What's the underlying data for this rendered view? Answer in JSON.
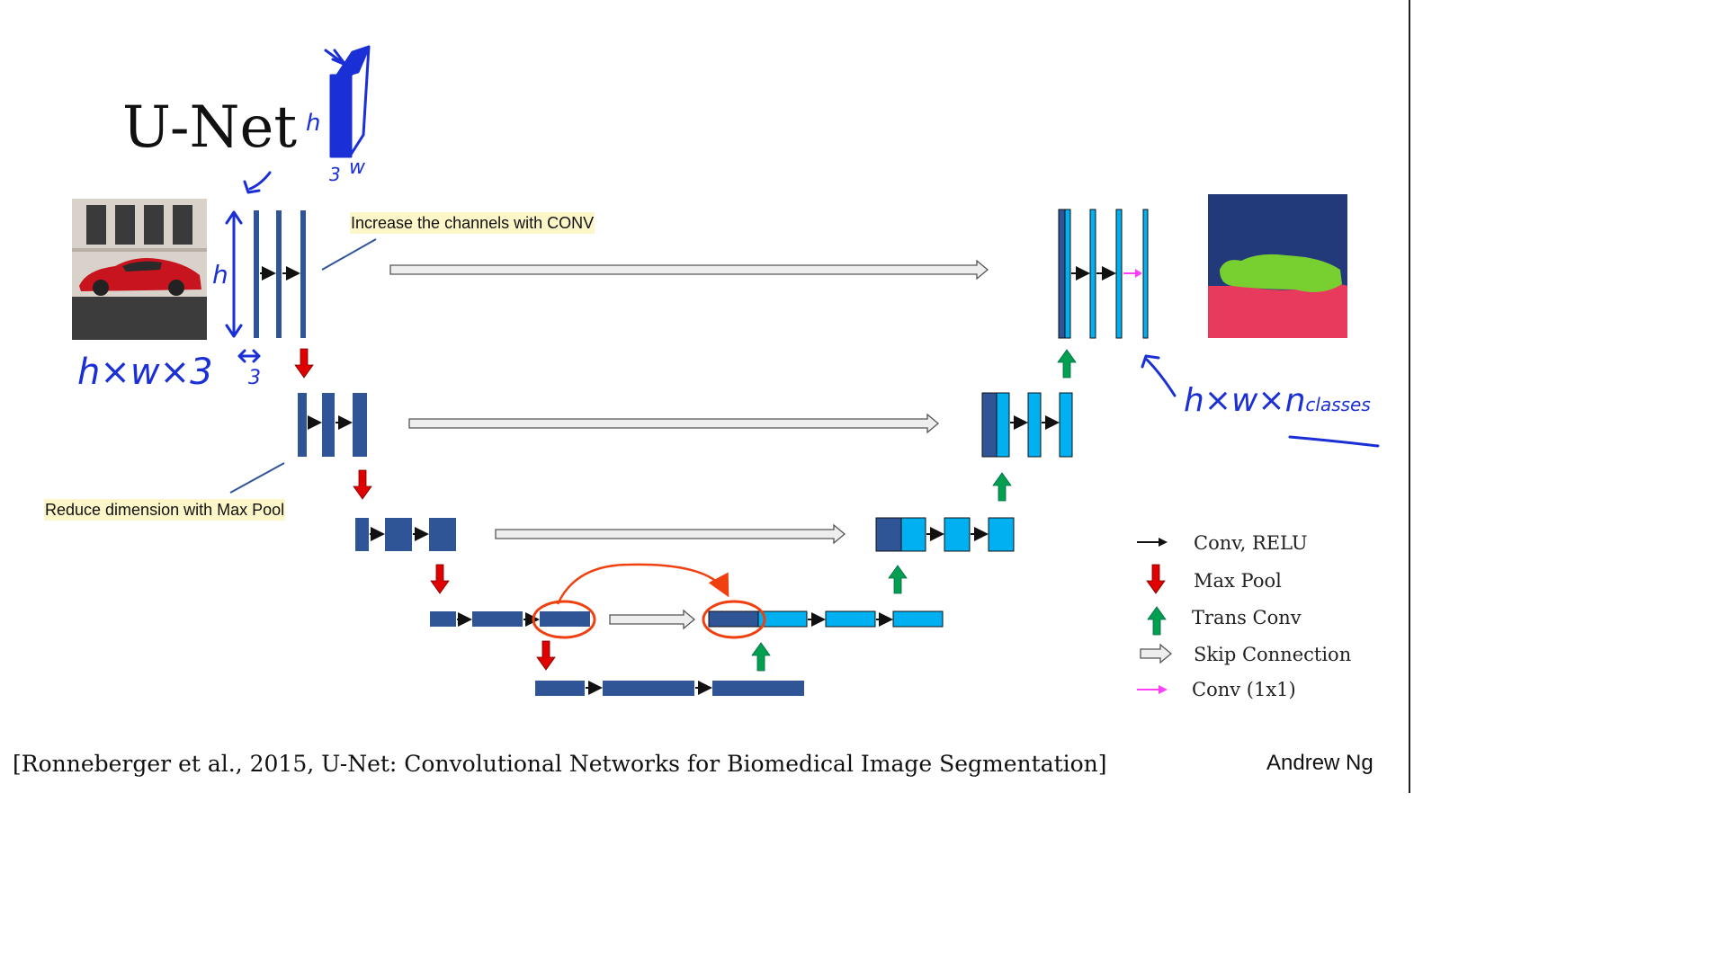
{
  "title": "U-Net",
  "annotations": {
    "increase_channels": "Increase the channels with CONV",
    "reduce_dimension": "Reduce dimension with Max Pool"
  },
  "handwritten": {
    "input_shape": "h×w×3",
    "output_shape": "h×w×n",
    "output_subscript": "classes",
    "height": "h",
    "channels": "3",
    "width": "w"
  },
  "legend": [
    {
      "label": "Conv, RELU",
      "icon": "black-arrow-icon"
    },
    {
      "label": "Max Pool",
      "icon": "red-down-arrow-icon"
    },
    {
      "label": "Trans Conv",
      "icon": "green-up-arrow-icon"
    },
    {
      "label": "Skip Connection",
      "icon": "white-hollow-arrow-icon"
    },
    {
      "label": "Conv (1x1)",
      "icon": "magenta-arrow-icon"
    }
  ],
  "citation": "[Ronneberger et al., 2015, U-Net: Convolutional Networks for Biomedical Image Segmentation]",
  "author": "Andrew Ng",
  "colors": {
    "encoder_block": "#2f5597",
    "decoder_block": "#00b0f0",
    "max_pool": "#e00000",
    "trans_conv": "#00a050",
    "conv_1x1": "#ff40ff",
    "skip": "#eeeeee",
    "highlight": "#f04010",
    "handwriting": "#1a2fd6",
    "seg_sky": "#223a7a",
    "seg_car": "#78d030",
    "seg_road": "#e83a5c"
  }
}
